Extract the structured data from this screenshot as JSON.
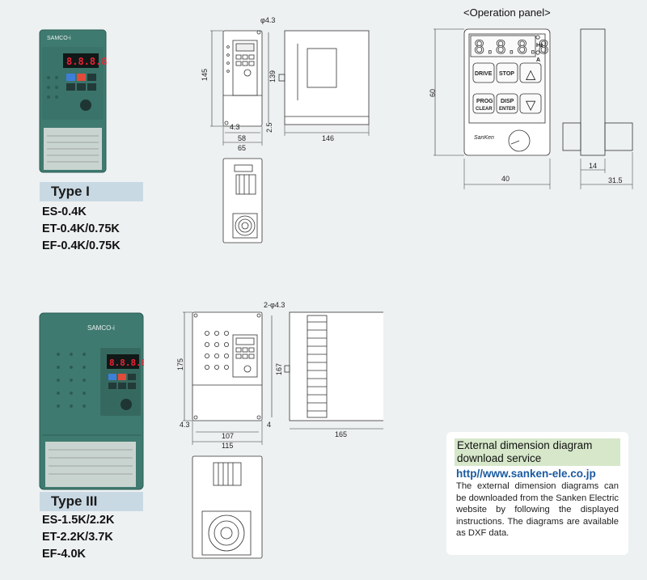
{
  "operation_panel_title": "<Operation panel>",
  "brand_text": "SAMCO-i",
  "panel": {
    "display_text": "8.8.8.8",
    "hz_label": "Hz",
    "a_label": "A",
    "drive_label": "DRIVE",
    "stop_label": "STOP",
    "prog_label": "PROG",
    "clear_label": "CLEAR",
    "disp_label": "DISP",
    "enter_label": "ENTER",
    "up_glyph": "△",
    "down_glyph": "▽",
    "maker_logo": "SanKen",
    "dim_height": "60",
    "dim_width": "40",
    "dim_depth_inner": "14",
    "dim_depth_total": "31.5"
  },
  "type1": {
    "label": "Type I",
    "models": [
      "ES-0.4K",
      "ET-0.4K/0.75K",
      "EF-0.4K/0.75K"
    ],
    "dims": {
      "hole": "φ4.3",
      "h_outer": "145",
      "h_inner": "139",
      "w_inner": "58",
      "w_outer": "65",
      "margin": "4.3",
      "bottom": "2.5",
      "depth": "146"
    }
  },
  "type3": {
    "label": "Type III",
    "models": [
      "ES-1.5K/2.2K",
      "ET-2.2K/3.7K",
      "EF-4.0K"
    ],
    "dims": {
      "hole": "2-φ4.3",
      "h_outer": "175",
      "h_inner": "167",
      "w_inner": "107",
      "w_outer": "115",
      "margin": "4.3",
      "bottom": "4",
      "depth": "165"
    }
  },
  "info": {
    "heading": "External dimension diagram download service",
    "url": "http//www.sanken-ele.co.jp",
    "body": "The external dimension diagrams can be downloaded from the Sanken Electric website by following the displayed instructions. The diagrams are available as DXF data."
  }
}
